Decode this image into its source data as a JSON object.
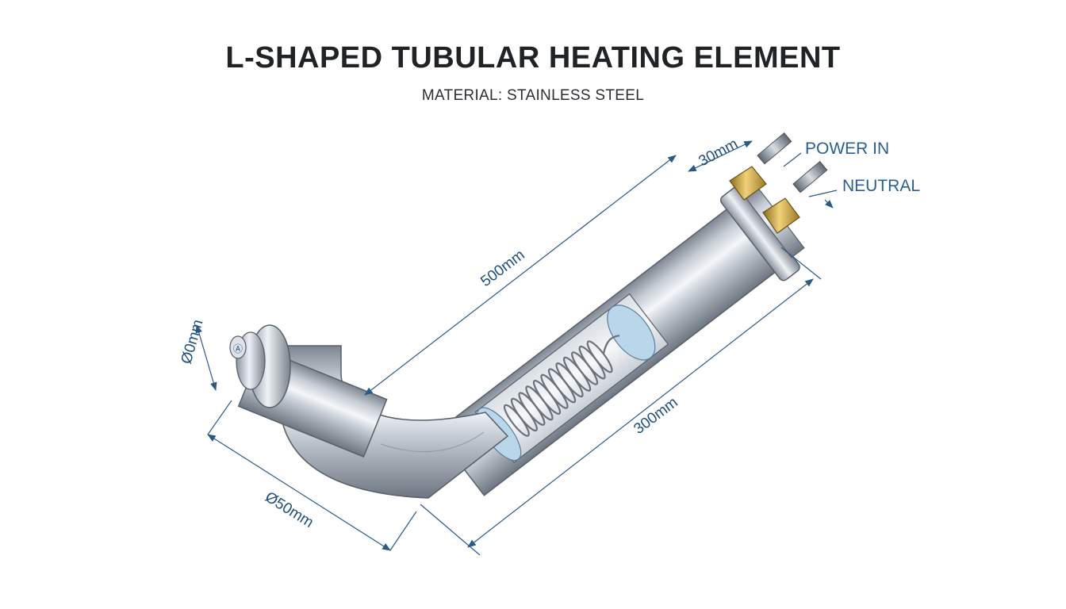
{
  "header": {
    "title": "L-SHAPED TUBULAR HEATING ELEMENT",
    "subtitle": "MATERIAL: STAINLESS STEEL"
  },
  "dimensions": {
    "main_length": "500mm",
    "lower_length": "300mm",
    "terminal_length": "30mm",
    "bend_diameter": "Ø50mm",
    "end_diameter": "Ø0mm"
  },
  "callouts": {
    "power_in": "POWER IN",
    "neutral": "NEUTRAL"
  },
  "colors": {
    "steel_light": "#eef1f5",
    "steel_mid": "#b9c0c9",
    "steel_dark": "#7d8591",
    "brass": "#c9a23a",
    "dimension_line": "#2c5a86",
    "insulation": "#b9d6ea"
  }
}
